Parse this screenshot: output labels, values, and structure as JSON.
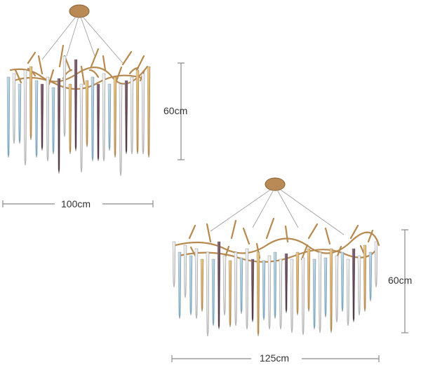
{
  "products": [
    {
      "name": "round-chandelier",
      "height_label": "60cm",
      "width_label": "100cm"
    },
    {
      "name": "oval-chandelier",
      "height_label": "60cm",
      "width_label": "125cm"
    }
  ],
  "colors": {
    "brass": "#b8894f",
    "dim_line": "#8a8a8a",
    "crystal_blue": "#7fb8d6",
    "crystal_amber": "#d9a24a",
    "crystal_clear": "#e6e6e6",
    "crystal_purple": "#5a3a4a"
  }
}
